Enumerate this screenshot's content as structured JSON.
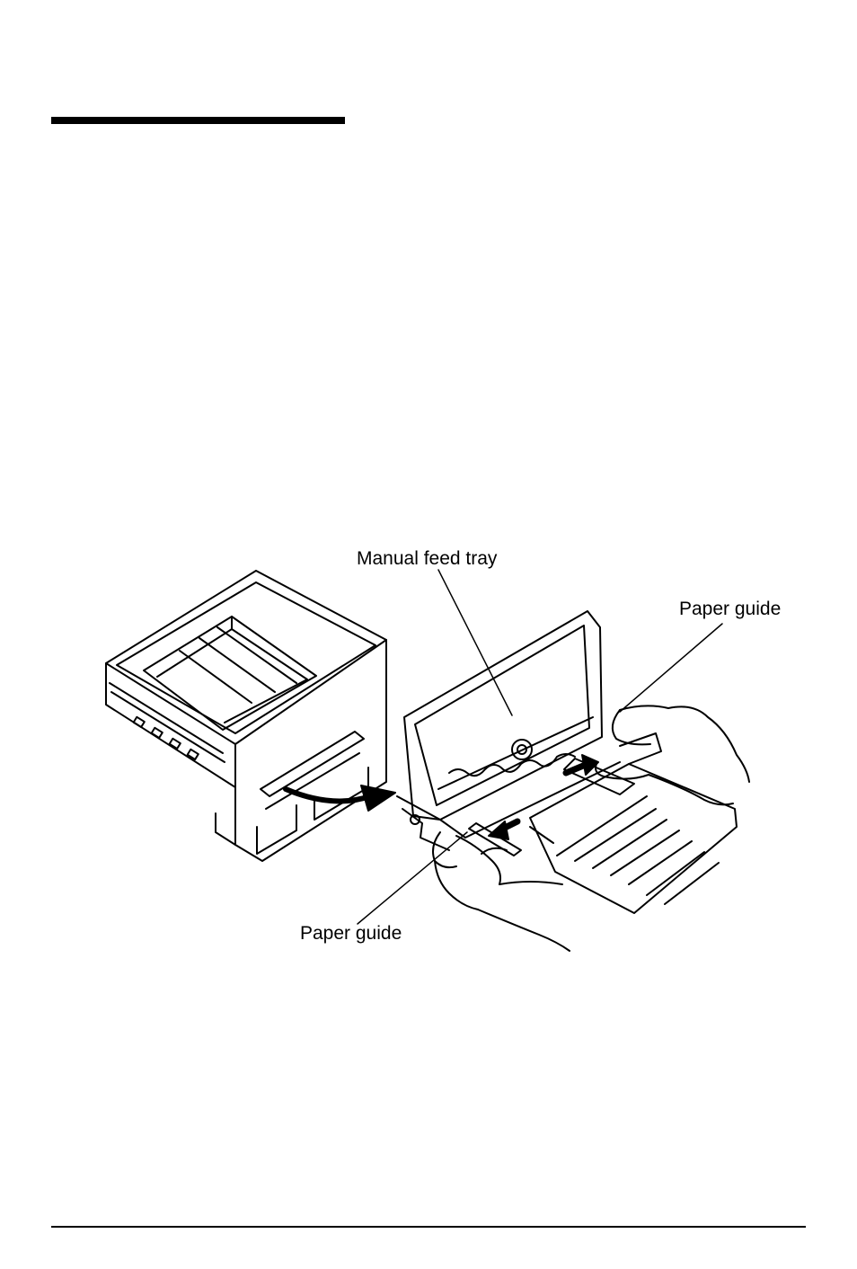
{
  "figure": {
    "labels": {
      "manual_feed_tray": "Manual feed tray",
      "paper_guide_right": "Paper guide",
      "paper_guide_left": "Paper guide"
    }
  },
  "colors": {
    "ink": "#000000",
    "paper": "#ffffff"
  }
}
